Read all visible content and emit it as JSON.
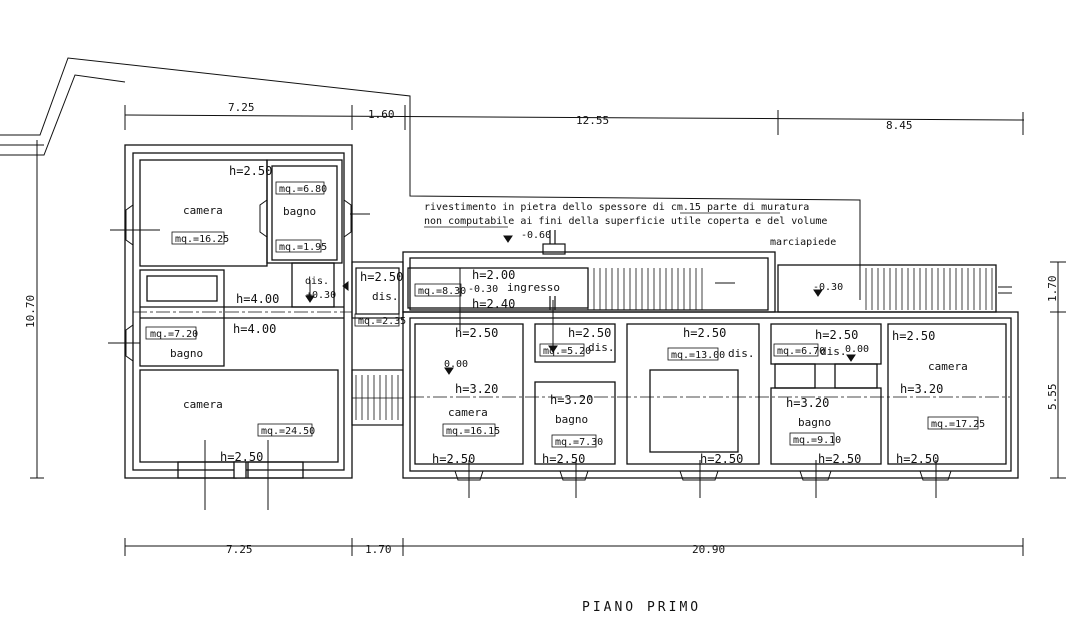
{
  "title": "PIANO PRIMO",
  "note": {
    "line1": "rivestimento in pietra dello spessore di cm.15  parte di muratura",
    "line2": "non computabile ai fini della superficie utile coperta e del volume",
    "marciapiede": "marciapiede"
  },
  "dimensions": {
    "top": [
      "7.25",
      "1.60",
      "12.55",
      "8.45"
    ],
    "bottom": [
      "7.25",
      "1.70",
      "20.90"
    ],
    "left": "10.70",
    "right": [
      "1.70",
      "5.55"
    ]
  },
  "levels": {
    "l_neg060": "-0.60",
    "l_neg030a": "-0.30",
    "l_neg030b": "-0.30",
    "l_pos030": "+0.30",
    "l_000a": "0.00",
    "l_000b": "0.00"
  },
  "rooms": [
    {
      "name": "camera",
      "area": "mq.=16.25",
      "heights": [
        "h=2.50"
      ]
    },
    {
      "name": "bagno",
      "area": "mq.=6.80",
      "heights": []
    },
    {
      "name": "",
      "area": "mq.=1.95",
      "heights": []
    },
    {
      "name": "dis.",
      "area": "",
      "heights": [
        "h=4.00"
      ]
    },
    {
      "name": "bagno",
      "area": "mq.=7.20",
      "heights": [
        "h=4.00"
      ]
    },
    {
      "name": "camera",
      "area": "mq.=24.50",
      "heights": [
        "h=2.50"
      ]
    },
    {
      "name": "dis.",
      "area": "mq.=2.35",
      "heights": [
        "h=2.50"
      ]
    },
    {
      "name": "ingresso",
      "area": "mq.=8.30",
      "heights": [
        "h=2.00",
        "h=2.40"
      ]
    },
    {
      "name": "camera",
      "area": "mq.=16.15",
      "heights": [
        "h=2.50",
        "h=3.20",
        "h=2.50"
      ]
    },
    {
      "name": "dis.",
      "area": "mq.=5.20",
      "heights": [
        "h=2.50"
      ]
    },
    {
      "name": "bagno",
      "area": "mq.=7.30",
      "heights": [
        "h=3.20",
        "h=2.50"
      ]
    },
    {
      "name": "dis.",
      "area": "mq.=13.00",
      "heights": [
        "h=2.50",
        "h=2.50"
      ]
    },
    {
      "name": "dis.",
      "area": "mq.=6.70",
      "heights": [
        "h=2.50"
      ]
    },
    {
      "name": "bagno",
      "area": "mq.=9.10",
      "heights": [
        "h=3.20",
        "h=2.50"
      ]
    },
    {
      "name": "camera",
      "area": "mq.=17.25",
      "heights": [
        "h=2.50",
        "h=3.20",
        "h=2.50"
      ]
    }
  ]
}
